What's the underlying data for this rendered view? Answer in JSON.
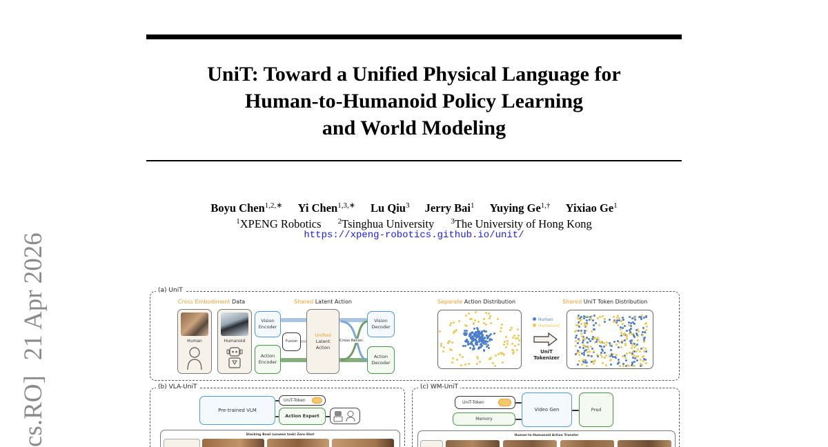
{
  "sidebar_stamp": {
    "category": "cs.RO]",
    "date": "21 Apr 2026"
  },
  "paper": {
    "title_lines": [
      "UniT: Toward a Unified Physical Language for",
      "Human-to-Humanoid Policy Learning",
      "and World Modeling"
    ],
    "authors": [
      {
        "name": "Boyu Chen",
        "marks": "1,2,∗"
      },
      {
        "name": "Yi Chen",
        "marks": "1,3,∗"
      },
      {
        "name": "Lu Qiu",
        "marks": "3"
      },
      {
        "name": "Jerry Bai",
        "marks": "1"
      },
      {
        "name": "Yuying Ge",
        "marks": "1,†"
      },
      {
        "name": "Yixiao Ge",
        "marks": "1"
      }
    ],
    "affiliations": [
      {
        "mark": "1",
        "name": "XPENG Robotics"
      },
      {
        "mark": "2",
        "name": "Tsinghua University"
      },
      {
        "mark": "3",
        "name": "The University of Hong Kong"
      }
    ],
    "url": "https://xpeng-robotics.github.io/unit/"
  },
  "figure": {
    "colors": {
      "highlight": "#f0a030",
      "human": "#4a7fd0",
      "humanoid": "#f0c850",
      "blue_border": "#4a9ad8",
      "green_border": "#3f9a3f"
    },
    "panel_a": {
      "label": "(a) UniT",
      "data_title_hl": "Cross Embodiment",
      "data_title": " Data",
      "latent_title_hl": "Shared",
      "latent_title": " Latent Action",
      "human_label": "Human",
      "humanoid_label": "Humanoid",
      "vision_encoder": "Vision Encoder",
      "action_encoder": "Action Encoder",
      "fusion": "Fusion",
      "unified_hl": "Unified",
      "unified_rest": "Latent Action",
      "cross_recon": "Cross Recon.",
      "vision_decoder": "Vision Decoder",
      "action_decoder": "Action Decoder",
      "sep_title_hl": "Separate",
      "sep_title": " Action Distribution",
      "shared_title_hl": "Shared",
      "shared_title": " UniT Token Distribution",
      "legend_human": "Human",
      "legend_humanoid": "Humanoid",
      "tokenizer": "UniT Tokenizer"
    },
    "panel_b": {
      "label": "(b) VLA-UniT",
      "vlm": "Pre-trained VLM",
      "token": "UniT-Token",
      "expert": "Action Expert",
      "caption": "Stacking Bowl (unseen task) Zero-Shot"
    },
    "panel_c": {
      "label": "(c) WM-UniT",
      "token": "UniT-Token",
      "memory": "Memory",
      "video_gen": "Video Gen",
      "pred": "Pred",
      "caption": "Human-to-Humanoid Action Transfer"
    }
  }
}
